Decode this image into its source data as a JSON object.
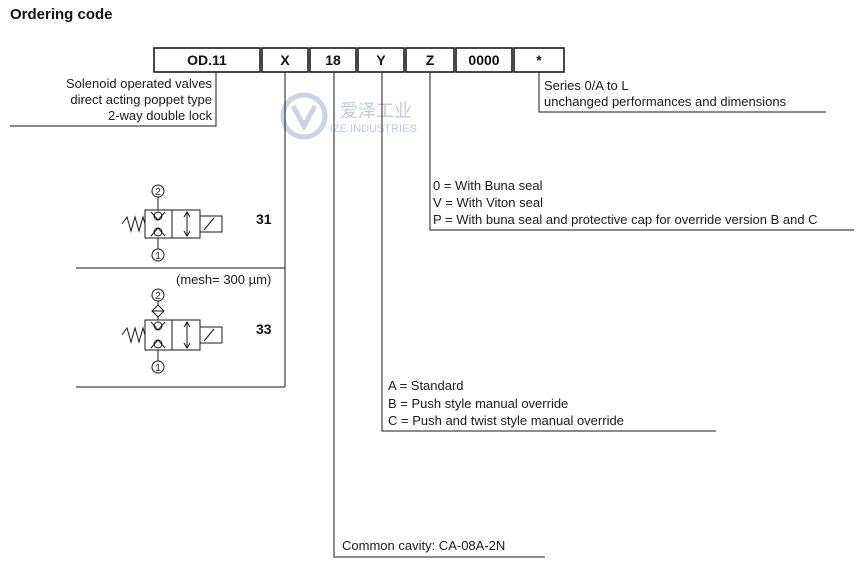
{
  "title": "Ordering code",
  "code_fields": [
    "OD.11",
    "X",
    "18",
    "Y",
    "Z",
    "0000",
    "*"
  ],
  "descriptions": {
    "od11": [
      "Solenoid operated valves",
      "direct acting poppet type",
      "2-way double lock"
    ],
    "series": [
      "Series 0/A to L",
      "unchanged performances and dimensions"
    ],
    "seal": [
      "0 = With Buna seal",
      "V = With Viton seal",
      "P = With buna seal and protective cap for override version B and C"
    ],
    "override": [
      "A = Standard",
      "B = Push style manual override",
      "C = Push and twist style manual override"
    ],
    "cavity": "Common cavity: CA-08A-2N",
    "mesh": "(mesh= 300 µm)"
  },
  "symbols": [
    {
      "code": "31",
      "ports": [
        "2",
        "1"
      ]
    },
    {
      "code": "33",
      "ports": [
        "2",
        "1"
      ]
    }
  ],
  "watermark": {
    "main": "爱泽工业",
    "sub": "IZE INDUSTRIES"
  }
}
